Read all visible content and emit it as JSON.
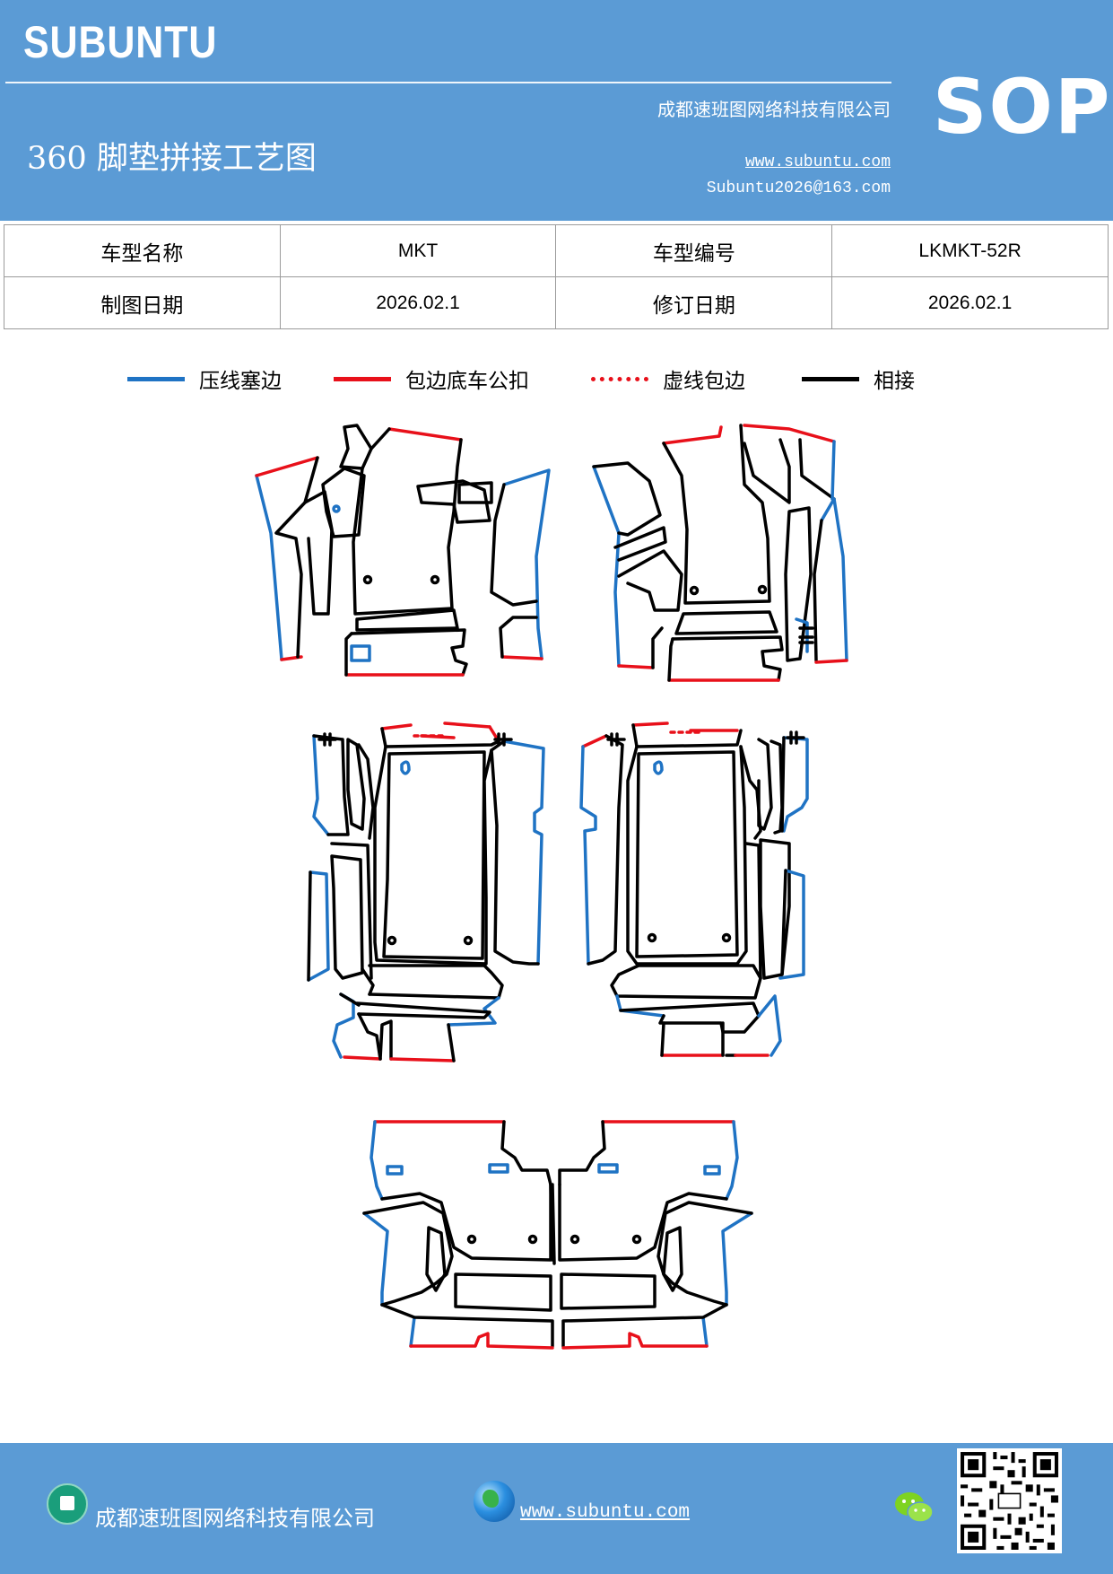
{
  "header": {
    "brand": "SUBUNTU",
    "title": "360 脚垫拼接工艺图",
    "company": "成都速班图网络科技有限公司",
    "website": "www.subuntu.com",
    "email": "Subuntu2026@163.com",
    "badge": "SOP"
  },
  "info": {
    "model_name_label": "车型名称",
    "model_name": "MKT",
    "model_code_label": "车型编号",
    "model_code": "LKMKT-52R",
    "draw_date_label": "制图日期",
    "draw_date": "2026.02.1",
    "revise_date_label": "修订日期",
    "revise_date": "2026.02.1"
  },
  "legend": {
    "items": [
      {
        "label": "压线塞边",
        "color": "#1f73c4",
        "style": "solid"
      },
      {
        "label": "包边底车公扣",
        "color": "#e8101a",
        "style": "solid"
      },
      {
        "label": "虚线包边",
        "color": "#e8101a",
        "style": "dotted"
      },
      {
        "label": "相接",
        "color": "#000000",
        "style": "solid"
      }
    ]
  },
  "footer": {
    "company": "成都速班图网络科技有限公司",
    "website": "www.subuntu.com",
    "icons": [
      "company-icon",
      "globe-icon",
      "wechat-icon",
      "qr-code"
    ]
  },
  "colors": {
    "header_bg": "#5b9bd5",
    "press_line": "#1f73c4",
    "wrap_edge": "#e8101a",
    "join": "#000000"
  }
}
